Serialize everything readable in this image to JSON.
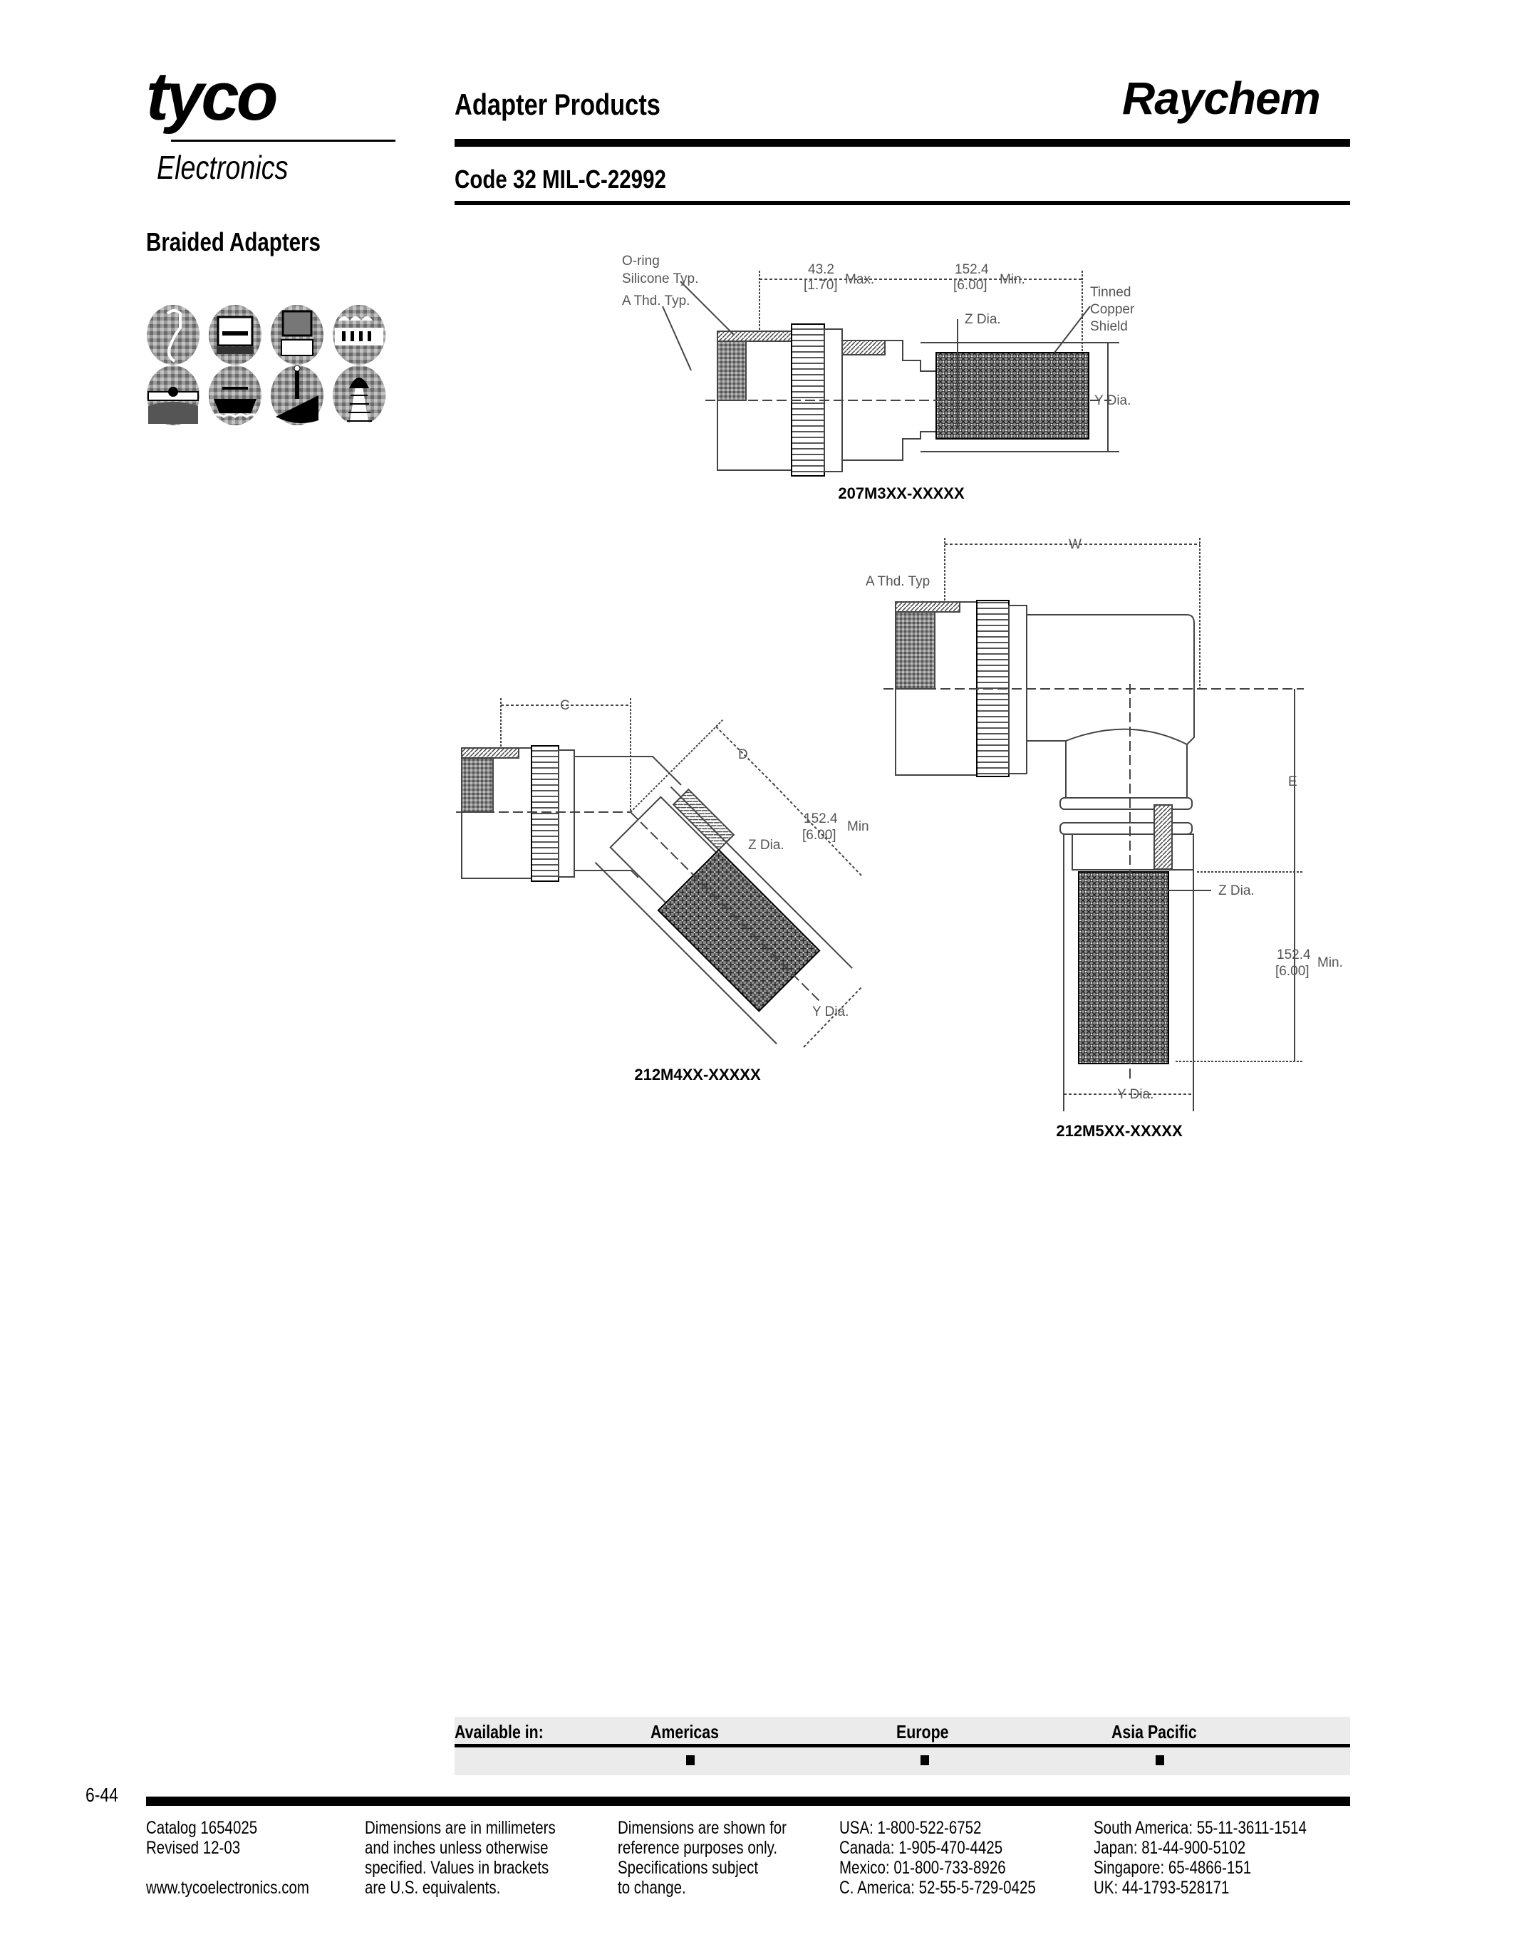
{
  "header": {
    "logo_tyco": "tyco",
    "logo_electronics": "Electronics",
    "title": "Adapter Products",
    "brand": "Raychem",
    "subtitle": "Code 32 MIL-C-22992"
  },
  "section_title": "Braided Adapters",
  "market_icons": [
    "medical-icon",
    "automotive-icon",
    "computer-icon",
    "industrial-icon",
    "aerospace-icon",
    "marine-icon",
    "military-icon",
    "rail-icon"
  ],
  "drawings": {
    "straight": {
      "caption": "207M3XX-XXXXX",
      "labels": {
        "oring": "O-ring",
        "silicone": "Silicone Typ.",
        "athd": "A Thd. Typ.",
        "dim1_mm": "43.2",
        "dim1_in": "[1.70]",
        "dim1_suffix": "Max.",
        "dim2_mm": "152.4",
        "dim2_in": "[6.00]",
        "dim2_suffix": "Min.",
        "tinned": "Tinned",
        "copper": "Copper",
        "shield": "Shield",
        "zdia": "Z Dia.",
        "ydia": "Y Dia."
      }
    },
    "angle45": {
      "caption": "212M4XX-XXXXX",
      "labels": {
        "c": "C",
        "d": "D",
        "dim_mm": "152.4",
        "dim_in": "[6.00]",
        "dim_suffix": "Min",
        "zdia": "Z Dia.",
        "ydia": "Y Dia."
      }
    },
    "angle90": {
      "caption": "212M5XX-XXXXX",
      "labels": {
        "w": "W",
        "athd": "A Thd. Typ",
        "e": "E",
        "dim_mm": "152.4",
        "dim_in": "[6.00]",
        "dim_suffix": "Min.",
        "zdia": "Z Dia.",
        "ydia": "Y Dia."
      }
    }
  },
  "availability": {
    "label": "Available in:",
    "regions": [
      {
        "name": "Americas",
        "available": true
      },
      {
        "name": "Europe",
        "available": true
      },
      {
        "name": "Asia Pacific",
        "available": true
      }
    ]
  },
  "page_number": "6-44",
  "footer": {
    "col1": [
      "Catalog 1654025",
      "Revised 12-03",
      "",
      "www.tycoelectronics.com"
    ],
    "col2": [
      "Dimensions are in millimeters",
      "and inches unless otherwise",
      "specified. Values in brackets",
      "are U.S. equivalents."
    ],
    "col3": [
      "Dimensions are shown for",
      "reference purposes only.",
      "Specifications subject",
      "to change."
    ],
    "col4": [
      "USA: 1-800-522-6752",
      "Canada: 1-905-470-4425",
      "Mexico: 01-800-733-8926",
      "C. America: 52-55-5-729-0425"
    ],
    "col5": [
      "South America: 55-11-3611-1514",
      "Japan: 81-44-900-5102",
      "Singapore: 65-4866-151",
      "UK: 44-1793-528171"
    ]
  }
}
